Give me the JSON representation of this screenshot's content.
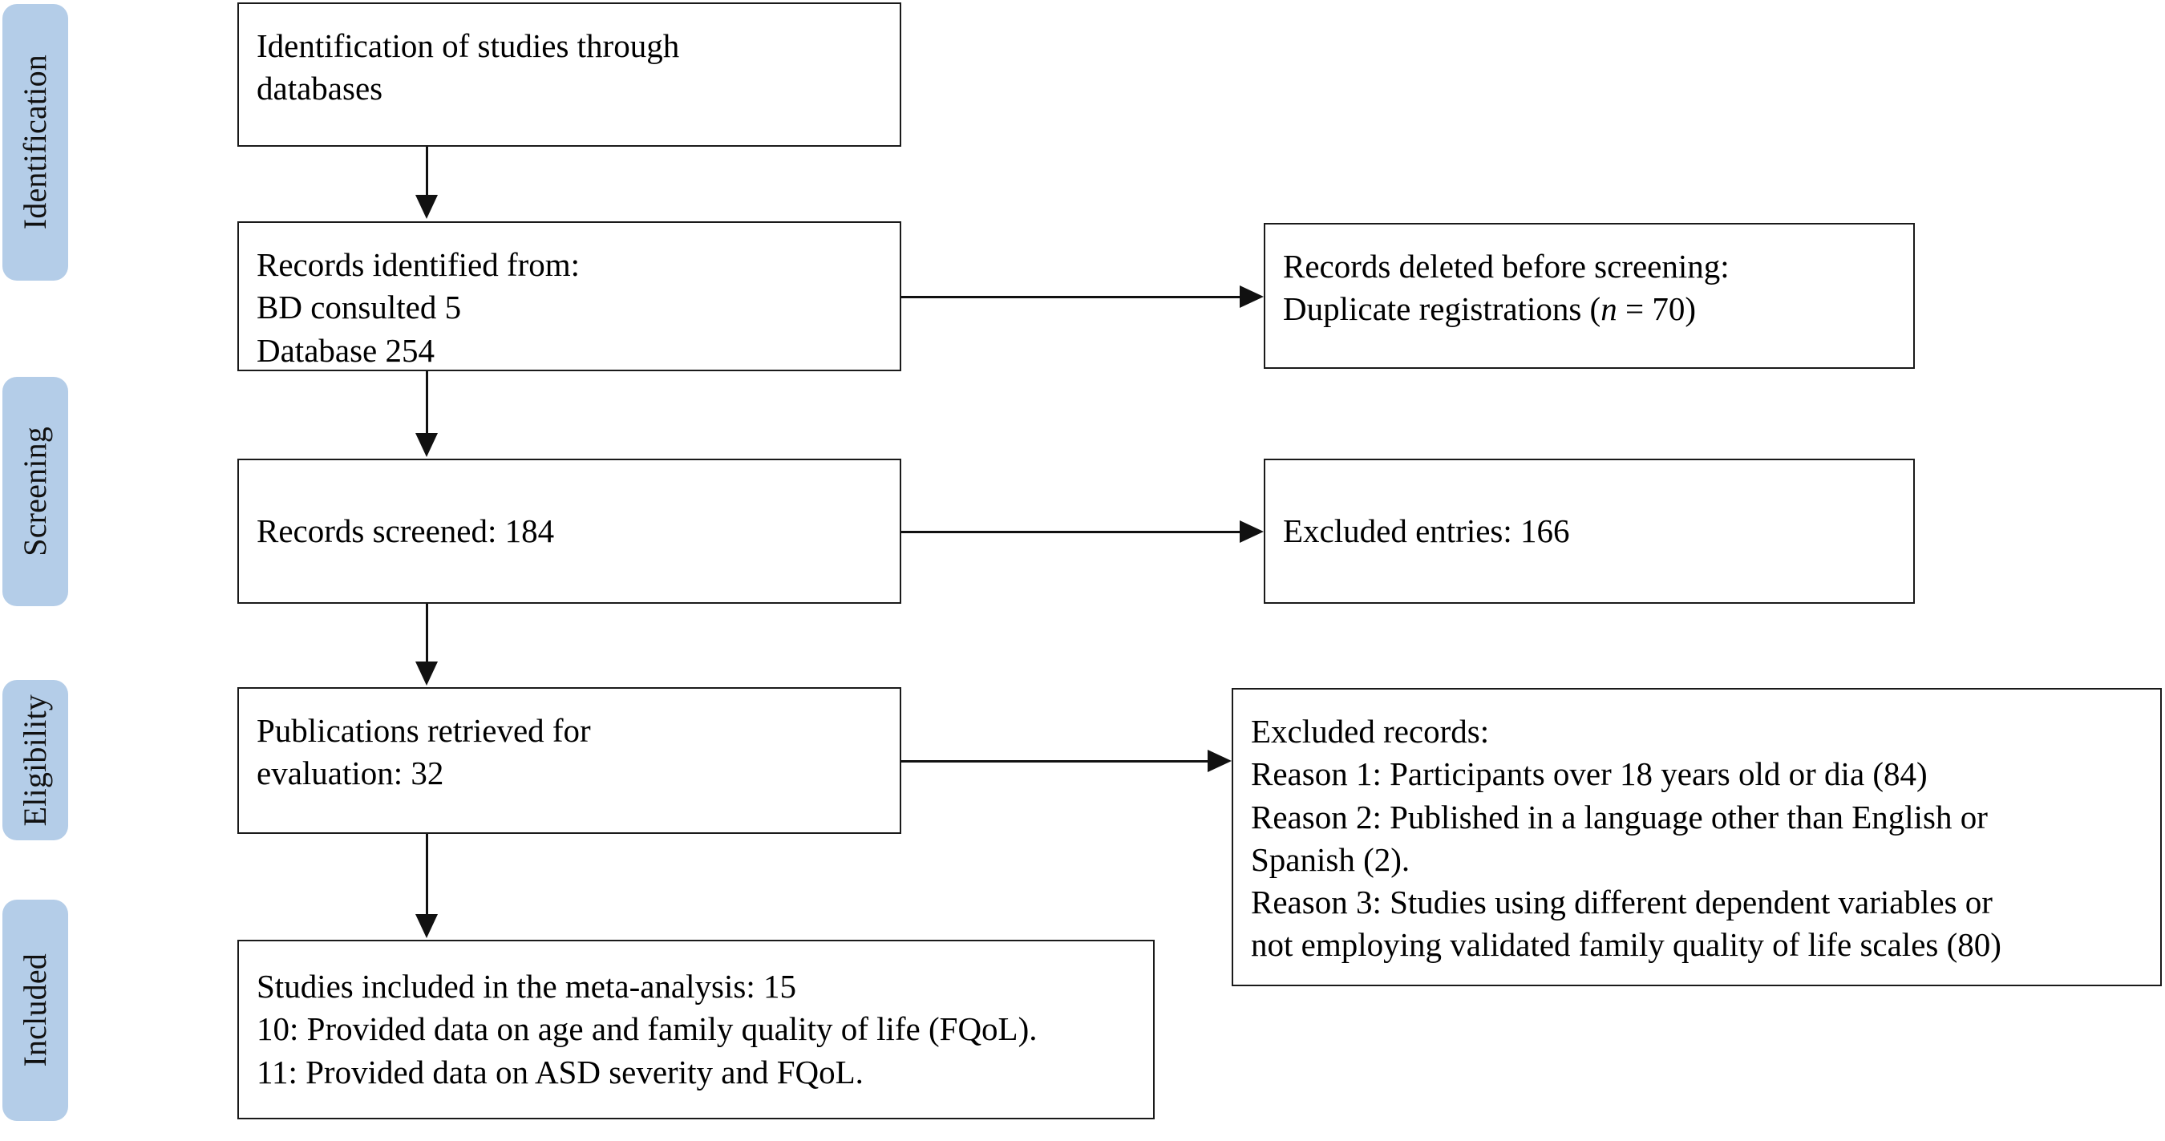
{
  "diagram": {
    "title": "PRISMA flow diagram",
    "accent_color": "#b4cde8",
    "line_color": "#111111",
    "box_border_color": "#1a1a1a",
    "background": "#ffffff"
  },
  "stages": [
    {
      "label": "Identification"
    },
    {
      "label": "Screening"
    },
    {
      "label": "Eligibility"
    },
    {
      "label": "Included"
    }
  ],
  "nodes": {
    "identification_header": {
      "text": "Identification of studies through\ndatabases"
    },
    "records_identified": {
      "text": "Records identified from:\nBD consulted 5\nDatabase 254"
    },
    "records_deleted": {
      "line1": "Records deleted before screening:",
      "line2_pre": "Duplicate registrations (",
      "line2_italic": "n",
      "line2_post": " = 70)"
    },
    "records_screened": {
      "text": "Records screened: 184"
    },
    "excluded_entries": {
      "text": "Excluded entries: 166"
    },
    "publications_retrieved": {
      "text": "Publications retrieved for\nevaluation: 32"
    },
    "excluded_records": {
      "text": "Excluded records:\nReason 1: Participants over 18 years old or dia (84)\nReason 2: Published in a language other than English or\nSpanish (2).\nReason 3: Studies using different dependent variables or\nnot employing validated family quality of life scales (80)"
    },
    "studies_included": {
      "text": "Studies included in the meta-analysis: 15\n10: Provided data on age and family quality of life (FQoL).\n11: Provided data on ASD severity and FQoL."
    }
  },
  "connectors": [
    {
      "name": "identification-to-records-identified",
      "direction": "down"
    },
    {
      "name": "records-identified-to-records-deleted",
      "direction": "right"
    },
    {
      "name": "records-identified-to-records-screened",
      "direction": "down"
    },
    {
      "name": "records-screened-to-excluded-entries",
      "direction": "right"
    },
    {
      "name": "records-screened-to-publications-retrieved",
      "direction": "down"
    },
    {
      "name": "publications-retrieved-to-excluded-records",
      "direction": "right"
    },
    {
      "name": "publications-retrieved-to-studies-included",
      "direction": "down"
    }
  ]
}
